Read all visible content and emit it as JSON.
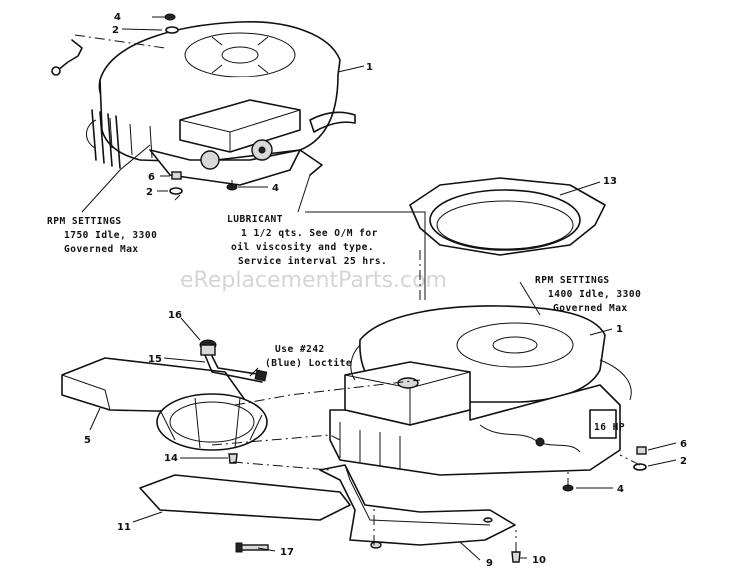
{
  "watermark": "eReplacementParts.com",
  "callouts": {
    "c1a": "1",
    "c1b": "1",
    "c2a": "2",
    "c2b": "2",
    "c2c": "2",
    "c4a": "4",
    "c4b": "4",
    "c4c": "4",
    "c5": "5",
    "c6a": "6",
    "c6b": "6",
    "c9": "9",
    "c10": "10",
    "c11": "11",
    "c13": "13",
    "c14": "14",
    "c15": "15",
    "c16": "16",
    "c17": "17"
  },
  "notes": {
    "rpm_left": [
      "RPM SETTINGS",
      "1750 Idle, 3300",
      "Governed Max"
    ],
    "lubricant": [
      "LUBRICANT",
      "1 1/2 qts. See O/M for",
      "oil viscosity and type.",
      "Service interval 25 hrs."
    ],
    "rpm_right": [
      "RPM SETTINGS",
      "1400 Idle, 3300",
      "Governed Max"
    ],
    "loctite": [
      "Use #242",
      "(Blue) Loctite"
    ]
  }
}
